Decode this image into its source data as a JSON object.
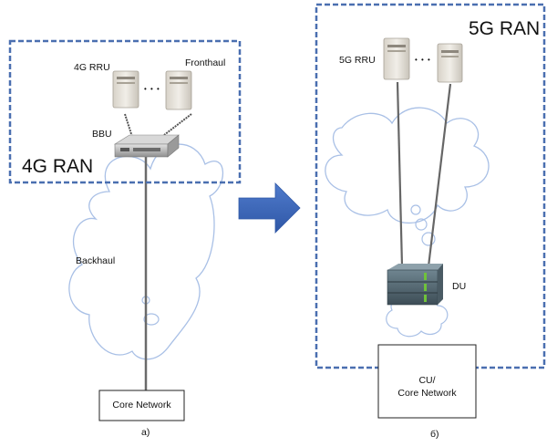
{
  "panel_a": {
    "region_label": "4G RAN",
    "rru_label": "4G RRU",
    "rru_ellipsis": "• • •",
    "fronthaul_label": "Fronthaul",
    "bbu_label": "BBU",
    "backhaul_label": "Backhaul",
    "core_label": "Core Network",
    "caption": "а)"
  },
  "panel_b": {
    "region_label": "5G RAN",
    "rru_label": "5G RRU",
    "rru_ellipsis": "• • •",
    "du_label": "DU",
    "core_label_line1": "CU/",
    "core_label_line2": "Core Network",
    "caption": "б)"
  },
  "transition_arrow": {
    "icon": "right-arrow-icon",
    "color": "#3f6bbf"
  },
  "colors": {
    "dashed_border": "#4a6fb0",
    "cloud_stroke": "#a9c0e6",
    "cable": "#6a6a6a"
  }
}
